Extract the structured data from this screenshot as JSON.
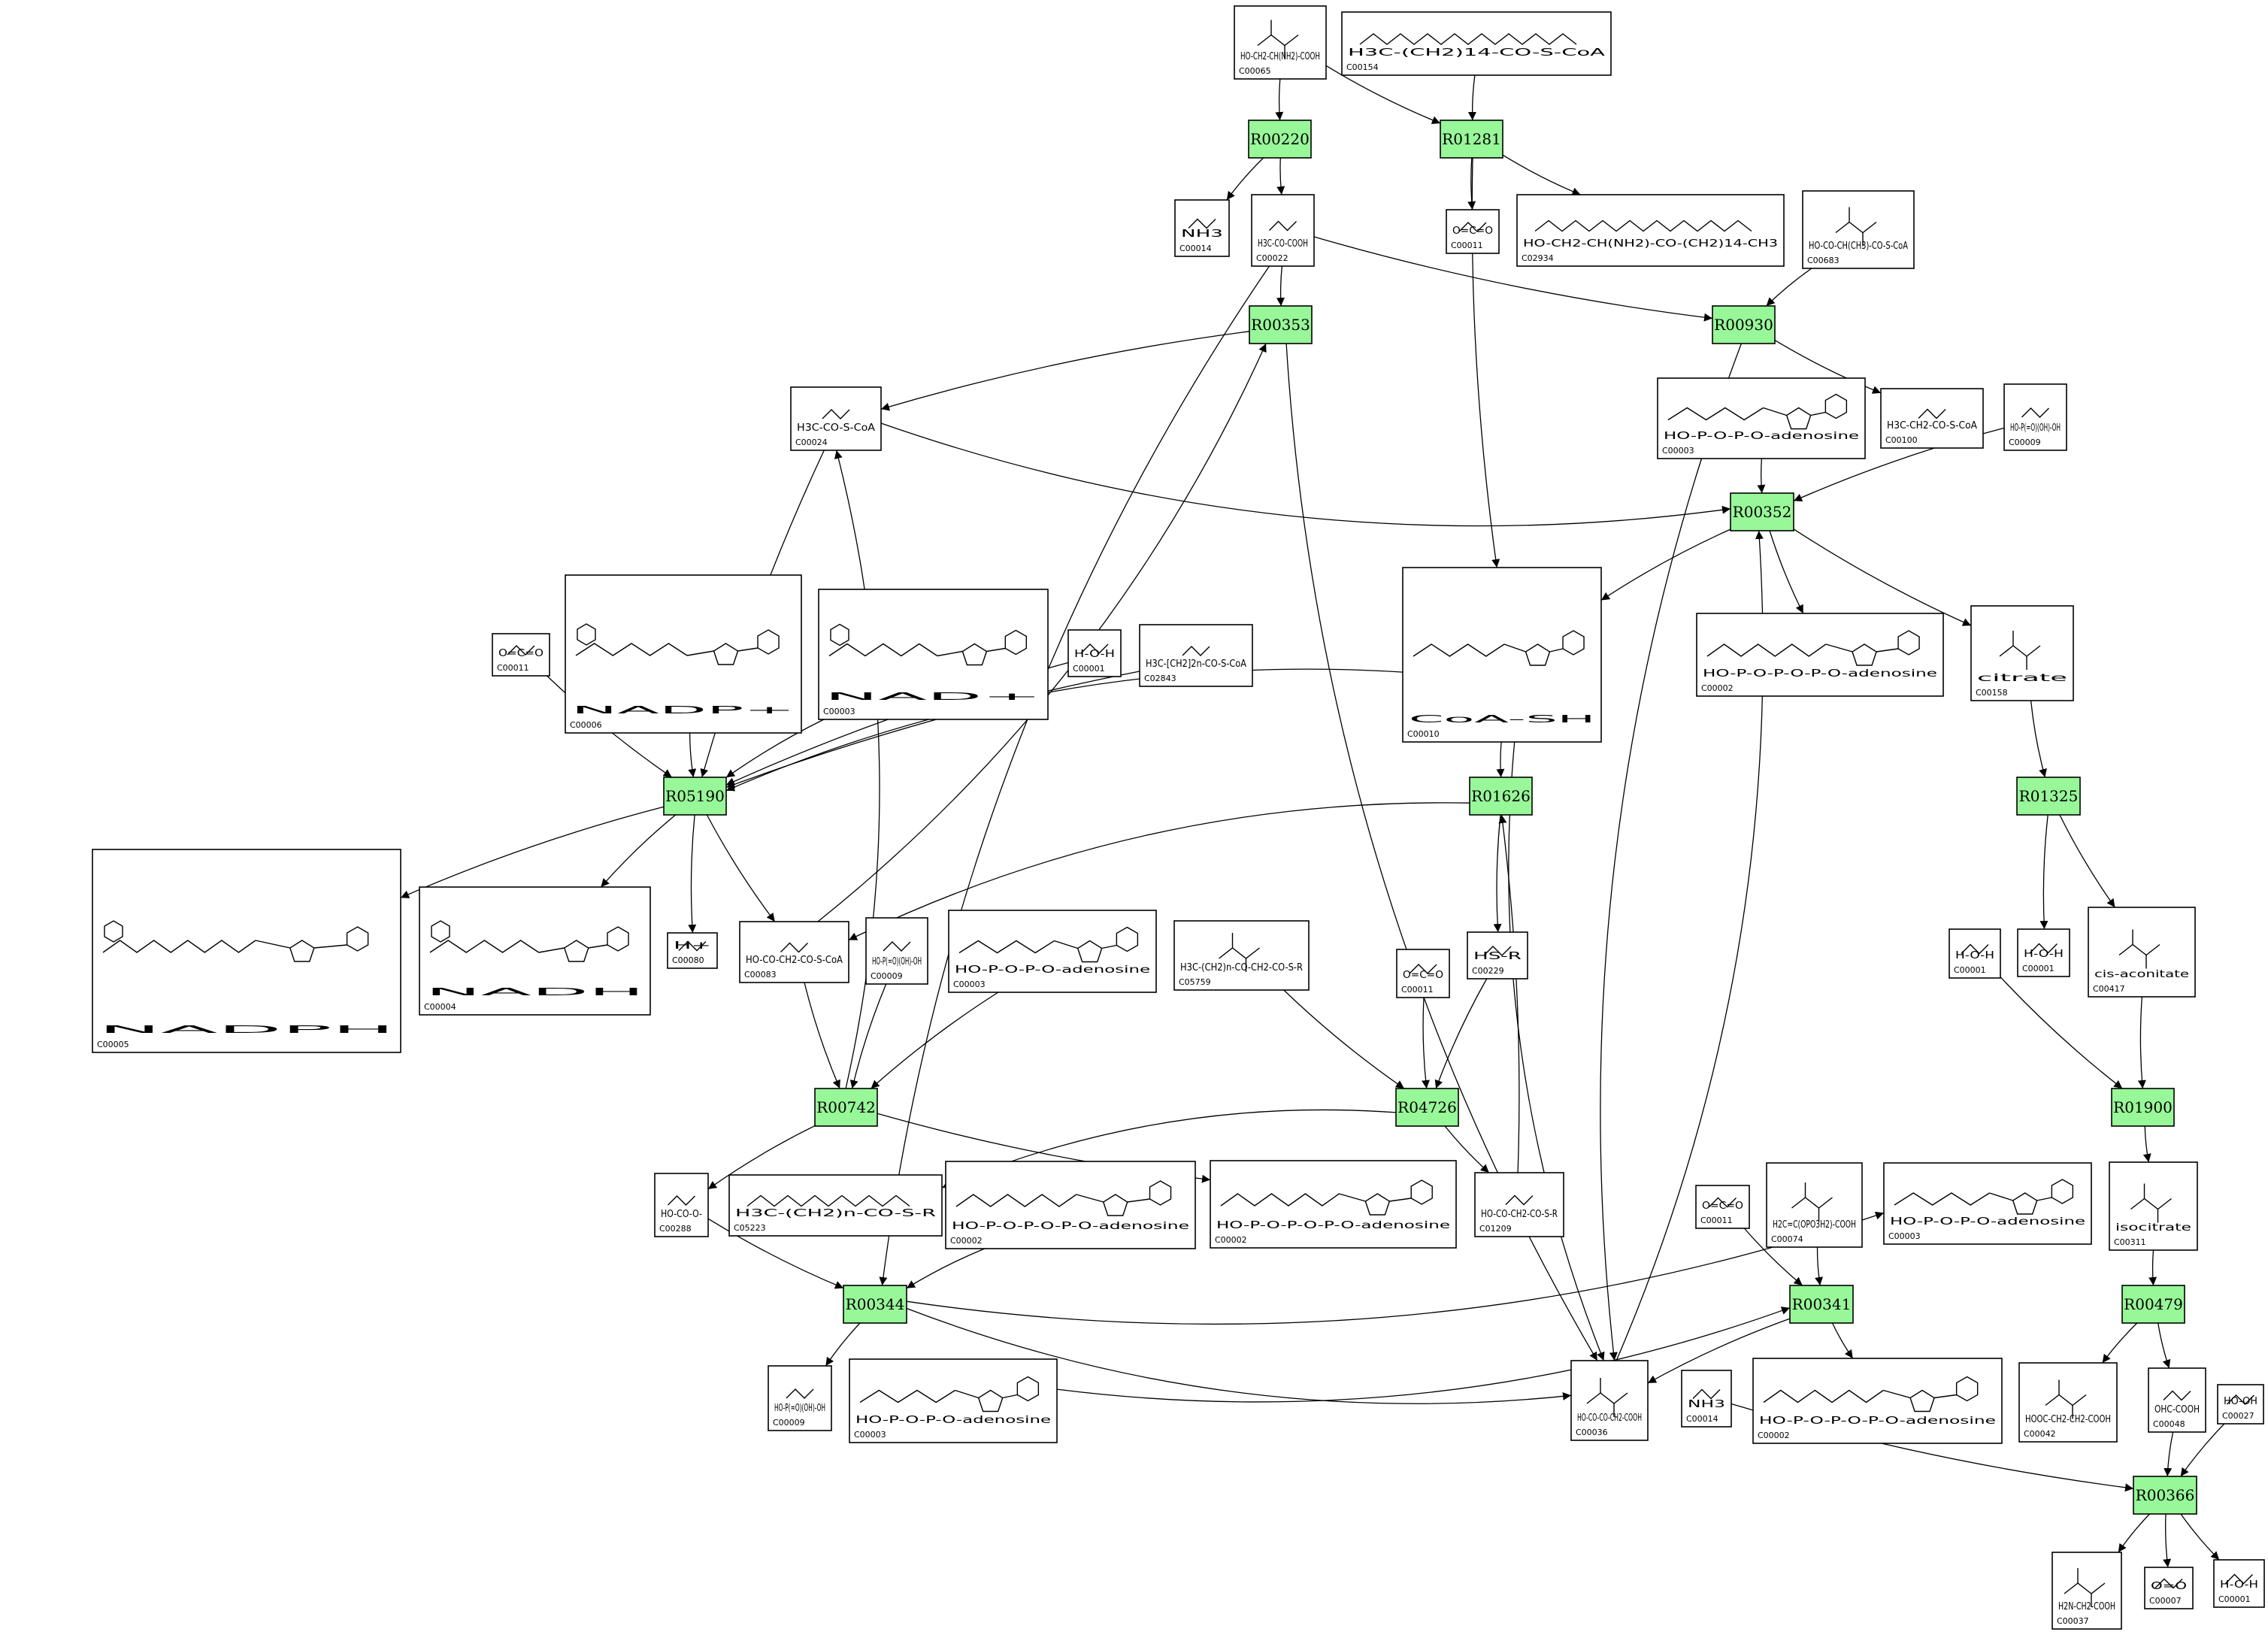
{
  "compounds": [
    {
      "id": "C00065",
      "formula": "HO-CH2-CH(NH2)-COOH"
    },
    {
      "id": "C00154",
      "formula": "H3C-(CH2)14-CO-S-CoA"
    },
    {
      "id": "C00014",
      "formula": "NH3"
    },
    {
      "id": "C00022",
      "formula": "H3C-CO-COOH"
    },
    {
      "id": "C00011",
      "formula": "O=C=O"
    },
    {
      "id": "C02934",
      "formula": "HO-CH2-CH(NH2)-CO-(CH2)14-CH3"
    },
    {
      "id": "C00683",
      "formula": "HO-CO-CH(CH3)-CO-S-CoA"
    },
    {
      "id": "C00024",
      "formula": "H3C-CO-S-CoA"
    },
    {
      "id": "C00003",
      "formula": "HO-P-O-P-O-adenosine"
    },
    {
      "id": "C00100",
      "formula": "H3C-CH2-CO-S-CoA"
    },
    {
      "id": "C00009",
      "formula": "HO-P(=O)(OH)-OH"
    },
    {
      "id": "C00006",
      "formula": "NADP+"
    },
    {
      "id": "C00001",
      "formula": "H-O-H"
    },
    {
      "id": "C02843",
      "formula": "H3C-[CH2]2n-CO-S-CoA"
    },
    {
      "id": "C00010",
      "formula": "CoA-SH"
    },
    {
      "id": "C00002",
      "formula": "HO-P-O-P-O-P-O-adenosine"
    },
    {
      "id": "C00158",
      "formula": "citrate"
    },
    {
      "id": "C00005",
      "formula": "NADPH"
    },
    {
      "id": "C00004",
      "formula": "NADH"
    },
    {
      "id": "C00080",
      "formula": "H+"
    },
    {
      "id": "C00083",
      "formula": "HO-CO-CH2-CO-S-CoA"
    },
    {
      "id": "C05759",
      "formula": "H3C-(CH2)n-CO-CH2-CO-S-R"
    },
    {
      "id": "C00229",
      "formula": "HS-R"
    },
    {
      "id": "C00417",
      "formula": "cis-aconitate"
    },
    {
      "id": "C00288",
      "formula": "HO-CO-O-"
    },
    {
      "id": "C05223",
      "formula": "H3C-(CH2)n-CO-S-R"
    },
    {
      "id": "C01209",
      "formula": "HO-CO-CH2-CO-S-R"
    },
    {
      "id": "C00074",
      "formula": "H2C=C(OPO3H2)-COOH"
    },
    {
      "id": "C00311",
      "formula": "isocitrate"
    },
    {
      "id": "C00036",
      "formula": "HO-CO-CO-CH2-COOH"
    },
    {
      "id": "C00042",
      "formula": "HOOC-CH2-CH2-COOH"
    },
    {
      "id": "C00048",
      "formula": "OHC-COOH"
    },
    {
      "id": "C00027",
      "formula": "HO-OH"
    },
    {
      "id": "C00037",
      "formula": "H2N-CH2-COOH"
    },
    {
      "id": "C00007",
      "formula": "O=O"
    }
  ],
  "reactions": [
    {
      "id": "R00220"
    },
    {
      "id": "R01281"
    },
    {
      "id": "R00353"
    },
    {
      "id": "R00930"
    },
    {
      "id": "R00352"
    },
    {
      "id": "R05190"
    },
    {
      "id": "R01626"
    },
    {
      "id": "R01325"
    },
    {
      "id": "R00742"
    },
    {
      "id": "R04726"
    },
    {
      "id": "R01900"
    },
    {
      "id": "R00344"
    },
    {
      "id": "R00341"
    },
    {
      "id": "R00479"
    },
    {
      "id": "R00366"
    }
  ],
  "nodes": [
    {
      "key": "n_c00065",
      "label": "C00065",
      "kind": "compound",
      "formula": "HO-CH2-CH(NH2)-COOH"
    },
    {
      "key": "n_c00154",
      "label": "C00154",
      "kind": "compound",
      "formula": "H3C-(CH2)14-CO-S-CoA"
    },
    {
      "key": "n_c00014a",
      "label": "C00014",
      "kind": "compound",
      "formula": "NH3"
    },
    {
      "key": "n_c00022",
      "label": "C00022",
      "kind": "compound",
      "formula": "H3C-CO-COOH"
    },
    {
      "key": "n_c00011a",
      "label": "C00011",
      "kind": "compound",
      "formula": "O=C=O"
    },
    {
      "key": "n_c02934",
      "label": "C02934",
      "kind": "compound",
      "formula": "HO-CH2-CH(NH2)-CO-(CH2)14-CH3"
    },
    {
      "key": "n_c00683",
      "label": "C00683",
      "kind": "compound",
      "formula": "HO-CO-CH(CH3)-CO-S-CoA"
    },
    {
      "key": "n_c00024",
      "label": "C00024",
      "kind": "compound",
      "formula": "H3C-CO-S-CoA"
    },
    {
      "key": "n_c00003a",
      "label": "C00003",
      "kind": "compound",
      "formula": "HO-P-O-P-O-adenosine"
    },
    {
      "key": "n_c00100",
      "label": "C00100",
      "kind": "compound",
      "formula": "H3C-CH2-CO-S-CoA"
    },
    {
      "key": "n_c00009a",
      "label": "C00009",
      "kind": "compound",
      "formula": "HO-P(=O)(OH)-OH"
    },
    {
      "key": "n_c00011b",
      "label": "C00011",
      "kind": "compound",
      "formula": "O=C=O"
    },
    {
      "key": "n_c00006",
      "label": "C00006",
      "kind": "compound",
      "formula": "NADP+"
    },
    {
      "key": "n_c00003b",
      "label": "C00003",
      "kind": "compound",
      "formula": "NAD+"
    },
    {
      "key": "n_c00001a",
      "label": "C00001",
      "kind": "compound",
      "formula": "H-O-H"
    },
    {
      "key": "n_c02843",
      "label": "C02843",
      "kind": "compound",
      "formula": "H3C-[CH2]2n-CO-S-CoA"
    },
    {
      "key": "n_c00010",
      "label": "C00010",
      "kind": "compound",
      "formula": "CoA-SH"
    },
    {
      "key": "n_c00002a",
      "label": "C00002",
      "kind": "compound",
      "formula": "HO-P-O-P-O-P-O-adenosine"
    },
    {
      "key": "n_c00158",
      "label": "C00158",
      "kind": "compound",
      "formula": "citrate"
    },
    {
      "key": "n_c00005",
      "label": "C00005",
      "kind": "compound",
      "formula": "NADPH"
    },
    {
      "key": "n_c00004",
      "label": "C00004",
      "kind": "compound",
      "formula": "NADH"
    },
    {
      "key": "n_c00080",
      "label": "C00080",
      "kind": "compound",
      "formula": "H+"
    },
    {
      "key": "n_c00083",
      "label": "C00083",
      "kind": "compound",
      "formula": "HO-CO-CH2-CO-S-CoA"
    },
    {
      "key": "n_c00009b",
      "label": "C00009",
      "kind": "compound",
      "formula": "HO-P(=O)(OH)-OH"
    },
    {
      "key": "n_c00003c",
      "label": "C00003",
      "kind": "compound",
      "formula": "HO-P-O-P-O-adenosine"
    },
    {
      "key": "n_c05759",
      "label": "C05759",
      "kind": "compound",
      "formula": "H3C-(CH2)n-CO-CH2-CO-S-R"
    },
    {
      "key": "n_c00011c",
      "label": "C00011",
      "kind": "compound",
      "formula": "O=C=O"
    },
    {
      "key": "n_c00229",
      "label": "C00229",
      "kind": "compound",
      "formula": "HS-R"
    },
    {
      "key": "n_c00001b",
      "label": "C00001",
      "kind": "compound",
      "formula": "H-O-H"
    },
    {
      "key": "n_c00001c",
      "label": "C00001",
      "kind": "compound",
      "formula": "H-O-H"
    },
    {
      "key": "n_c00417",
      "label": "C00417",
      "kind": "compound",
      "formula": "cis-aconitate"
    },
    {
      "key": "n_c00288",
      "label": "C00288",
      "kind": "compound",
      "formula": "HO-CO-O-"
    },
    {
      "key": "n_c05223",
      "label": "C05223",
      "kind": "compound",
      "formula": "H3C-(CH2)n-CO-S-R"
    },
    {
      "key": "n_c00002b",
      "label": "C00002",
      "kind": "compound",
      "formula": "HO-P-O-P-O-P-O-adenosine"
    },
    {
      "key": "n_c00002c",
      "label": "C00002",
      "kind": "compound",
      "formula": "HO-P-O-P-O-P-O-adenosine"
    },
    {
      "key": "n_c01209",
      "label": "C01209",
      "kind": "compound",
      "formula": "HO-CO-CH2-CO-S-R"
    },
    {
      "key": "n_c00011d",
      "label": "C00011",
      "kind": "compound",
      "formula": "O=C=O"
    },
    {
      "key": "n_c00074",
      "label": "C00074",
      "kind": "compound",
      "formula": "H2C=C(OPO3H2)-COOH"
    },
    {
      "key": "n_c00003d",
      "label": "C00003",
      "kind": "compound",
      "formula": "HO-P-O-P-O-adenosine"
    },
    {
      "key": "n_c00311",
      "label": "C00311",
      "kind": "compound",
      "formula": "isocitrate"
    },
    {
      "key": "n_c00009c",
      "label": "C00009",
      "kind": "compound",
      "formula": "HO-P(=O)(OH)-OH"
    },
    {
      "key": "n_c00003e",
      "label": "C00003",
      "kind": "compound",
      "formula": "HO-P-O-P-O-adenosine"
    },
    {
      "key": "n_c00036",
      "label": "C00036",
      "kind": "compound",
      "formula": "HO-CO-CO-CH2-COOH"
    },
    {
      "key": "n_c00014b",
      "label": "C00014",
      "kind": "compound",
      "formula": "NH3"
    },
    {
      "key": "n_c00002d",
      "label": "C00002",
      "kind": "compound",
      "formula": "HO-P-O-P-O-P-O-adenosine"
    },
    {
      "key": "n_c00042",
      "label": "C00042",
      "kind": "compound",
      "formula": "HOOC-CH2-CH2-COOH"
    },
    {
      "key": "n_c00048",
      "label": "C00048",
      "kind": "compound",
      "formula": "OHC-COOH"
    },
    {
      "key": "n_c00027",
      "label": "C00027",
      "kind": "compound",
      "formula": "HO-OH"
    },
    {
      "key": "n_c00037",
      "label": "C00037",
      "kind": "compound",
      "formula": "H2N-CH2-COOH"
    },
    {
      "key": "n_c00007",
      "label": "C00007",
      "kind": "compound",
      "formula": "O=O"
    },
    {
      "key": "n_c00001d",
      "label": "C00001",
      "kind": "compound",
      "formula": "H-O-H"
    },
    {
      "key": "n_r00220",
      "label": "R00220",
      "kind": "reaction"
    },
    {
      "key": "n_r01281",
      "label": "R01281",
      "kind": "reaction"
    },
    {
      "key": "n_r00353",
      "label": "R00353",
      "kind": "reaction"
    },
    {
      "key": "n_r00930",
      "label": "R00930",
      "kind": "reaction"
    },
    {
      "key": "n_r00352",
      "label": "R00352",
      "kind": "reaction"
    },
    {
      "key": "n_r05190",
      "label": "R05190",
      "kind": "reaction"
    },
    {
      "key": "n_r01626",
      "label": "R01626",
      "kind": "reaction"
    },
    {
      "key": "n_r01325",
      "label": "R01325",
      "kind": "reaction"
    },
    {
      "key": "n_r00742",
      "label": "R00742",
      "kind": "reaction"
    },
    {
      "key": "n_r04726",
      "label": "R04726",
      "kind": "reaction"
    },
    {
      "key": "n_r01900",
      "label": "R01900",
      "kind": "reaction"
    },
    {
      "key": "n_r00344",
      "label": "R00344",
      "kind": "reaction"
    },
    {
      "key": "n_r00341",
      "label": "R00341",
      "kind": "reaction"
    },
    {
      "key": "n_r00479",
      "label": "R00479",
      "kind": "reaction"
    },
    {
      "key": "n_r00366",
      "label": "R00366",
      "kind": "reaction"
    }
  ],
  "edges": [
    {
      "from": "n_c00065",
      "to": "n_r00220"
    },
    {
      "from": "n_c00065",
      "to": "n_r01281"
    },
    {
      "from": "n_c00154",
      "to": "n_r01281"
    },
    {
      "from": "n_r00220",
      "to": "n_c00014a"
    },
    {
      "from": "n_r00220",
      "to": "n_c00022"
    },
    {
      "from": "n_r01281",
      "to": "n_c00011a"
    },
    {
      "from": "n_r01281",
      "to": "n_c02934"
    },
    {
      "from": "n_r01281",
      "to": "n_c00010"
    },
    {
      "from": "n_c00022",
      "to": "n_r00353"
    },
    {
      "from": "n_c00022",
      "to": "n_r00930"
    },
    {
      "from": "n_c00022",
      "to": "n_r00344"
    },
    {
      "from": "n_c00683",
      "to": "n_r00930"
    },
    {
      "from": "n_r00930",
      "to": "n_c00100"
    },
    {
      "from": "n_r00930",
      "to": "n_c00036"
    },
    {
      "from": "n_r00353",
      "to": "n_c00024"
    },
    {
      "from": "n_r00353",
      "to": "n_c00036"
    },
    {
      "from": "n_c00024",
      "to": "n_r00352"
    },
    {
      "from": "n_c00024",
      "to": "n_r05190"
    },
    {
      "from": "n_c00003a",
      "to": "n_r00352"
    },
    {
      "from": "n_c00009a",
      "to": "n_r00352"
    },
    {
      "from": "n_r00352",
      "to": "n_c00010"
    },
    {
      "from": "n_r00352",
      "to": "n_c00002a"
    },
    {
      "from": "n_r00352",
      "to": "n_c00158"
    },
    {
      "from": "n_c00036",
      "to": "n_r00352"
    },
    {
      "from": "n_c00011b",
      "to": "n_r05190"
    },
    {
      "from": "n_c00006",
      "to": "n_r05190"
    },
    {
      "from": "n_c00003b",
      "to": "n_r05190"
    },
    {
      "from": "n_c00001a",
      "to": "n_r05190"
    },
    {
      "from": "n_c02843",
      "to": "n_r05190"
    },
    {
      "from": "n_c00010",
      "to": "n_r05190"
    },
    {
      "from": "n_r05190",
      "to": "n_c00005"
    },
    {
      "from": "n_r05190",
      "to": "n_c00004"
    },
    {
      "from": "n_r05190",
      "to": "n_c00080"
    },
    {
      "from": "n_r05190",
      "to": "n_c00083"
    },
    {
      "from": "n_c00083",
      "to": "n_r00353"
    },
    {
      "from": "n_c00010",
      "to": "n_r01626"
    },
    {
      "from": "n_c00010",
      "to": "n_c00036"
    },
    {
      "from": "n_r01626",
      "to": "n_c00229"
    },
    {
      "from": "n_r01626",
      "to": "n_c00083"
    },
    {
      "from": "n_c01209",
      "to": "n_r01626"
    },
    {
      "from": "n_c00083",
      "to": "n_r00742"
    },
    {
      "from": "n_c00009b",
      "to": "n_r00742"
    },
    {
      "from": "n_c00003c",
      "to": "n_r00742"
    },
    {
      "from": "n_r00742",
      "to": "n_c00024"
    },
    {
      "from": "n_r00742",
      "to": "n_c00288"
    },
    {
      "from": "n_r00742",
      "to": "n_c00002c"
    },
    {
      "from": "n_c05759",
      "to": "n_r04726"
    },
    {
      "from": "n_c00011c",
      "to": "n_r04726"
    },
    {
      "from": "n_c00229",
      "to": "n_r04726"
    },
    {
      "from": "n_r04726",
      "to": "n_c05223"
    },
    {
      "from": "n_r04726",
      "to": "n_c01209"
    },
    {
      "from": "n_c00288",
      "to": "n_r00344"
    },
    {
      "from": "n_c00002b",
      "to": "n_r00344"
    },
    {
      "from": "n_r00344",
      "to": "n_c00009c"
    },
    {
      "from": "n_r00344",
      "to": "n_c00003e"
    },
    {
      "from": "n_r00344",
      "to": "n_c00036"
    },
    {
      "from": "n_c00158",
      "to": "n_r01325"
    },
    {
      "from": "n_r01325",
      "to": "n_c00001c"
    },
    {
      "from": "n_r01325",
      "to": "n_c00417"
    },
    {
      "from": "n_c00001b",
      "to": "n_r01900"
    },
    {
      "from": "n_c00417",
      "to": "n_r01900"
    },
    {
      "from": "n_r01900",
      "to": "n_c00311"
    },
    {
      "from": "n_c00311",
      "to": "n_r00479"
    },
    {
      "from": "n_r00479",
      "to": "n_c00042"
    },
    {
      "from": "n_r00479",
      "to": "n_c00048"
    },
    {
      "from": "n_c00011d",
      "to": "n_r00341"
    },
    {
      "from": "n_c00074",
      "to": "n_r00341"
    },
    {
      "from": "n_c00003d",
      "to": "n_r00341"
    },
    {
      "from": "n_r00341",
      "to": "n_c00036"
    },
    {
      "from": "n_r00341",
      "to": "n_c00002d"
    },
    {
      "from": "n_c00048",
      "to": "n_r00366"
    },
    {
      "from": "n_c00027",
      "to": "n_r00366"
    },
    {
      "from": "n_c00014b",
      "to": "n_r00366"
    },
    {
      "from": "n_r00366",
      "to": "n_c00037"
    },
    {
      "from": "n_r00366",
      "to": "n_c00007"
    },
    {
      "from": "n_r00366",
      "to": "n_c00001d"
    }
  ],
  "colors": {
    "reaction_fill": "#98f798",
    "compound_fill": "#ffffff",
    "stroke": "#000000",
    "background": "#ffffff"
  }
}
